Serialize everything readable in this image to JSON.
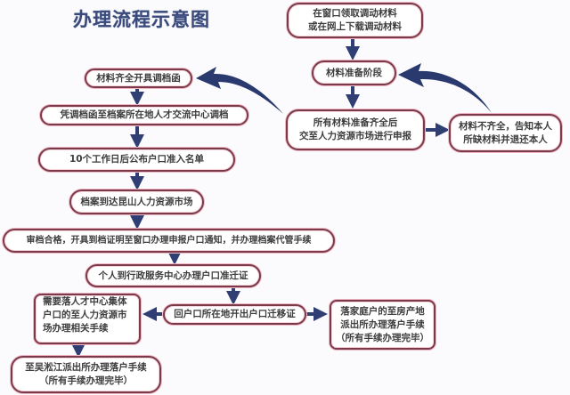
{
  "title": "办理流程示意图",
  "colors": {
    "node_border": "#7a3a4a",
    "node_glow": "#f0b8c4",
    "arrow": "#2f3f74",
    "title": "#3a4a7a",
    "text": "#3d3d3d"
  },
  "nodes": {
    "window_materials": {
      "lines": [
        "在窗口领取调动材料",
        "或在网上下载调动材料"
      ]
    },
    "prep_stage": {
      "lines": [
        "材料准备阶段"
      ]
    },
    "submit": {
      "lines": [
        "所有材料准备齐全后",
        "交至人力资源市场进行申报"
      ]
    },
    "incomplete": {
      "lines": [
        "材料不齐全，告知本人",
        "所缺材料并退还本人"
      ]
    },
    "transfer_letter": {
      "lines": [
        "材料齐全开具调档函"
      ]
    },
    "fetch_archive": {
      "lines": [
        "凭调档函至档案所在地人才交流中心调档"
      ]
    },
    "publish_list": {
      "lines": [
        "10个工作日后公布户口准入名单"
      ]
    },
    "archive_arrive": {
      "lines": [
        "档案到达昆山人力资源市场"
      ]
    },
    "review_pass": {
      "lines": [
        "审档合格，开具到档证明至窗口办理申报户口通知，并办理档案代管手续"
      ]
    },
    "permit": {
      "lines": [
        "个人到行政服务中心办理户口准迁证"
      ]
    },
    "collective_hukou": {
      "lines": [
        "需要落人才中心集体",
        "户口的至人力资源市",
        "场办理相关手续"
      ]
    },
    "migration_cert": {
      "lines": [
        "回户口所在地开出户口迁移证"
      ]
    },
    "family_hukou": {
      "lines": [
        "落家庭户的至房产地",
        "派出所办理落户手续",
        "（所有手续办理完毕）"
      ]
    },
    "wusongjiang": {
      "lines": [
        "至吴淞江派出所办理落户手续",
        "（所有手续办理完毕）"
      ]
    }
  },
  "edges": [
    [
      "window_materials",
      "prep_stage"
    ],
    [
      "prep_stage",
      "submit"
    ],
    [
      "submit",
      "incomplete"
    ],
    [
      "incomplete",
      "prep_stage"
    ],
    [
      "submit",
      "transfer_letter"
    ],
    [
      "transfer_letter",
      "fetch_archive"
    ],
    [
      "fetch_archive",
      "publish_list"
    ],
    [
      "publish_list",
      "archive_arrive"
    ],
    [
      "archive_arrive",
      "review_pass"
    ],
    [
      "review_pass",
      "permit"
    ],
    [
      "permit",
      "migration_cert"
    ],
    [
      "migration_cert",
      "collective_hukou"
    ],
    [
      "migration_cert",
      "family_hukou"
    ],
    [
      "collective_hukou",
      "wusongjiang"
    ]
  ]
}
